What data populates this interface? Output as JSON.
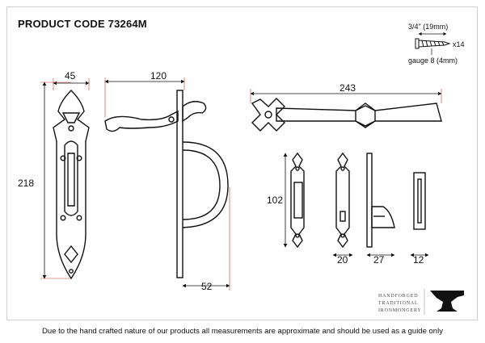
{
  "title": "PRODUCT CODE 73264M",
  "dimensions": {
    "backplate_width": "45",
    "backplate_height": "218",
    "thumb_length": "120",
    "handle_projection": "52",
    "bar_length": "243",
    "keep_height": "102",
    "keep_width": "20",
    "keep_depth": "27",
    "keep_thickness": "12"
  },
  "screw": {
    "length": "3/4\" (19mm)",
    "quantity": "x14",
    "gauge": "gauge 8 (4mm)"
  },
  "brand": {
    "line1": "HANDFORGED",
    "line2": "TRADITIONAL",
    "line3": "IRONMONGERY"
  },
  "footer": "Due to the hand crafted nature of our products all measurements are approximate and should be used as a guide only"
}
